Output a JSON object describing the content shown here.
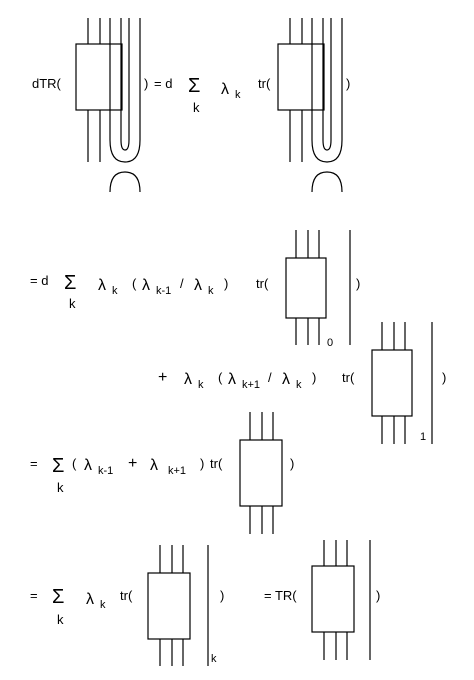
{
  "row1": {
    "lhs_prefix": "dTR(",
    "lhs_close": ")",
    "eq_d": "= d",
    "sum": "Σ",
    "sum_index": "k",
    "lambda": "λ",
    "lambda_sub": "k",
    "tr": "tr(",
    "tr_close": ")"
  },
  "row2": {
    "eq_d": "= d",
    "sum": "Σ",
    "sum_index": "k",
    "lambda": "λ",
    "lambda_sub": "k",
    "open_paren": "(",
    "lam_num": "λ",
    "lam_num_sub": "k-1",
    "slash": "/",
    "lam_den": "λ",
    "lam_den_sub": "k",
    "close_paren": ")",
    "tr": "tr(",
    "tr_close": ")",
    "index_label": "0"
  },
  "row3": {
    "plus": "+",
    "lambda": "λ",
    "lambda_sub": "k",
    "open_paren": "(",
    "lam_num": "λ",
    "lam_num_sub": "k+1",
    "slash": "/",
    "lam_den": "λ",
    "lam_den_sub": "k",
    "close_paren": ")",
    "tr": "tr(",
    "tr_close": ")",
    "index_label": "1"
  },
  "row4": {
    "eq": "=",
    "sum": "Σ",
    "sum_index": "k",
    "open_paren": "(",
    "lam_a": "λ",
    "lam_a_sub": "k-1",
    "plus": "+",
    "lam_b": "λ",
    "lam_b_sub": "k+1",
    "close_paren": ")",
    "tr": "tr(",
    "tr_close": ")"
  },
  "row5": {
    "eq": "=",
    "sum": "Σ",
    "sum_index": "k",
    "lambda": "λ",
    "lambda_sub": "k",
    "tr": "tr(",
    "tr_close": ")",
    "index_label": "k",
    "eq_tr": "= TR(",
    "tr2_close": ")"
  }
}
